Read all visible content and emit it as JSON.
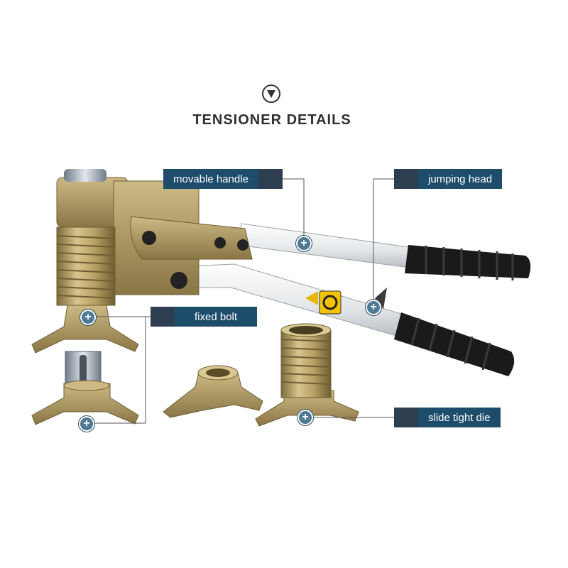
{
  "header": {
    "title": "TENSIONER DETAILS",
    "icon": "triangle-down-circle-icon"
  },
  "callouts": [
    {
      "label": "movable handle"
    },
    {
      "label": "jumping head"
    },
    {
      "label": "fixed bolt"
    },
    {
      "label": "slide tight die"
    }
  ],
  "marker_symbol": "+",
  "colors": {
    "label_bg": "#1e4c6b",
    "label_accent": "#2c3e50",
    "metal": "#b8a066",
    "grip": "#1a1a1a",
    "handle": "#e8e8e8"
  }
}
